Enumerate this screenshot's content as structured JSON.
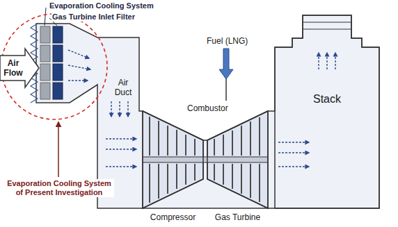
{
  "diagram": {
    "nodes": [
      {
        "text": [
          "Air Flow"
        ]
      },
      {
        "text": [
          "Compressor"
        ]
      },
      {
        "text": [
          "Gas Turbine"
        ]
      },
      {
        "text": [
          "Stack"
        ]
      }
    ],
    "labels": [
      "Evaporation Cooling System",
      "Gas Turbine Inlet Filter",
      "Air Duct",
      "Fuel (LNG)",
      "Combustor",
      "Evaporation Cooling System of Present Investigation"
    ]
  }
}
